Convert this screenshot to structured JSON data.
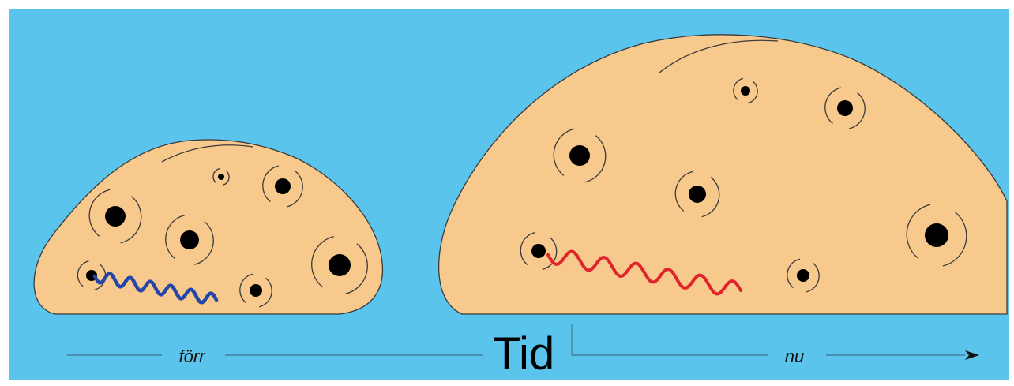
{
  "labels": {
    "before": "förr",
    "time": "Tid",
    "now": "nu"
  },
  "colors": {
    "background": "#5bc4ec",
    "dough": "#f8c98c",
    "outline": "#3a3a3a",
    "galaxy": "#000000",
    "wave_before": "#2346a8",
    "wave_now": "#e0242b",
    "timeline": "#3f6f8a"
  },
  "icons": {
    "galaxy": "spiral-galaxy-icon",
    "arrow": "arrow-right-icon"
  }
}
